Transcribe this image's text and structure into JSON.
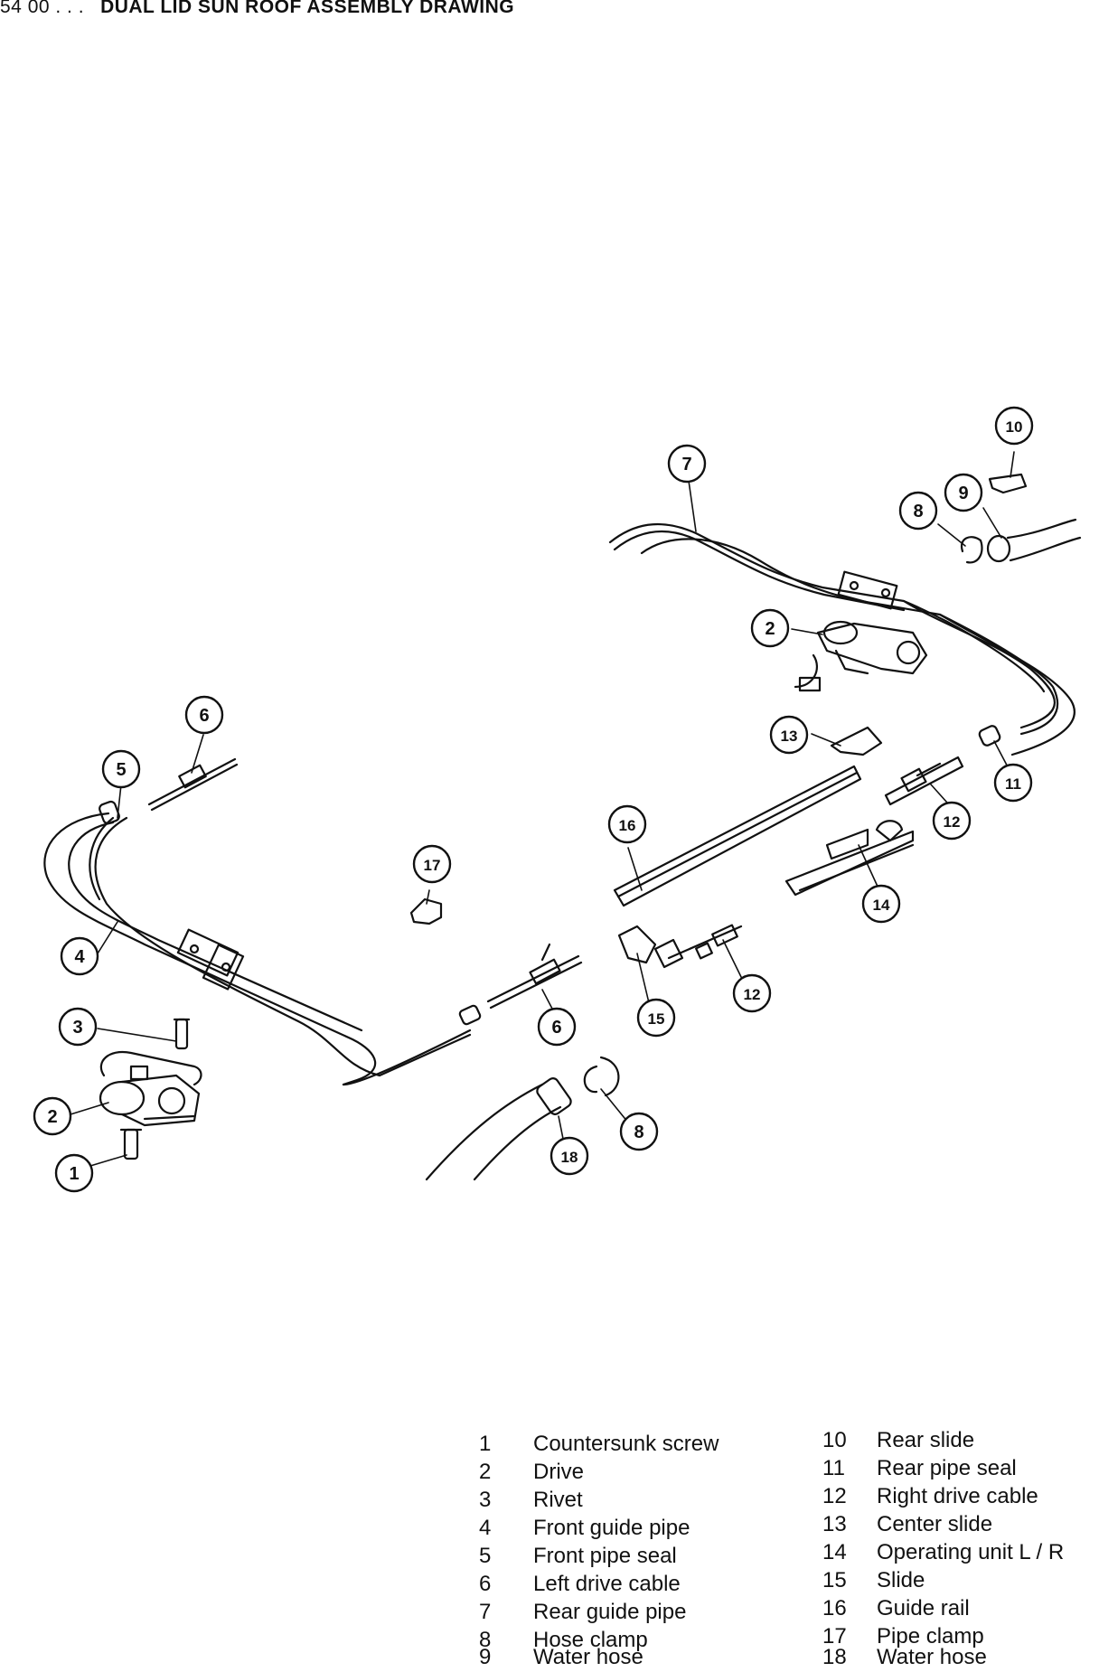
{
  "header": {
    "code": "54 00 . . .",
    "title": "DUAL LID SUN ROOF ASSEMBLY DRAWING"
  },
  "callouts": [
    {
      "n": "1"
    },
    {
      "n": "2"
    },
    {
      "n": "3"
    },
    {
      "n": "4"
    },
    {
      "n": "5"
    },
    {
      "n": "6"
    },
    {
      "n": "6"
    },
    {
      "n": "17"
    },
    {
      "n": "16"
    },
    {
      "n": "15"
    },
    {
      "n": "12"
    },
    {
      "n": "8"
    },
    {
      "n": "18"
    },
    {
      "n": "7"
    },
    {
      "n": "2"
    },
    {
      "n": "13"
    },
    {
      "n": "10"
    },
    {
      "n": "9"
    },
    {
      "n": "8"
    },
    {
      "n": "11"
    },
    {
      "n": "12"
    },
    {
      "n": "14"
    }
  ],
  "legend_left": [
    {
      "num": "1",
      "label": "Countersunk screw"
    },
    {
      "num": "2",
      "label": "Drive"
    },
    {
      "num": "3",
      "label": "Rivet"
    },
    {
      "num": "4",
      "label": "Front guide pipe"
    },
    {
      "num": "5",
      "label": "Front pipe seal"
    },
    {
      "num": "6",
      "label": "Left drive cable"
    },
    {
      "num": "7",
      "label": "Rear guide pipe"
    },
    {
      "num": "8",
      "label": "Hose clamp"
    },
    {
      "num": "9",
      "label": "Water hose"
    }
  ],
  "legend_right": [
    {
      "num": "10",
      "label": "Rear slide"
    },
    {
      "num": "11",
      "label": "Rear pipe seal"
    },
    {
      "num": "12",
      "label": "Right drive cable"
    },
    {
      "num": "13",
      "label": "Center slide"
    },
    {
      "num": "14",
      "label": "Operating unit L / R"
    },
    {
      "num": "15",
      "label": "Slide"
    },
    {
      "num": "16",
      "label": "Guide rail"
    },
    {
      "num": "17",
      "label": "Pipe clamp"
    },
    {
      "num": "18",
      "label": "Water hose"
    }
  ]
}
